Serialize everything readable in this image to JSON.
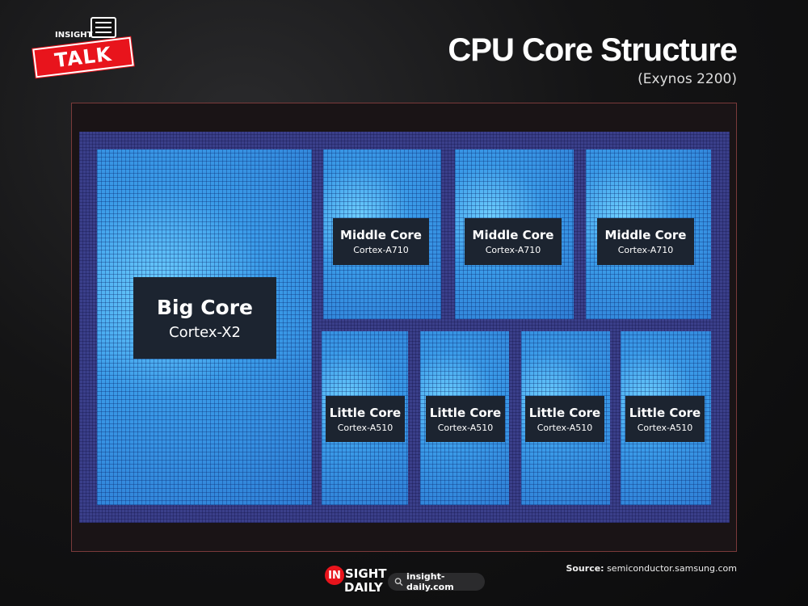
{
  "header": {
    "logo_small": "INSIGHT",
    "logo_big": "TALK",
    "title": "CPU Core Structure",
    "subtitle": "(Exynos 2200)"
  },
  "diagram": {
    "big": {
      "name": "Big Core",
      "model": "Cortex-X2"
    },
    "middle": [
      {
        "name": "Middle Core",
        "model": "Cortex-A710"
      },
      {
        "name": "Middle Core",
        "model": "Cortex-A710"
      },
      {
        "name": "Middle Core",
        "model": "Cortex-A710"
      }
    ],
    "little": [
      {
        "name": "Little Core",
        "model": "Cortex-A510"
      },
      {
        "name": "Little Core",
        "model": "Cortex-A510"
      },
      {
        "name": "Little Core",
        "model": "Cortex-A510"
      },
      {
        "name": "Little Core",
        "model": "Cortex-A510"
      }
    ]
  },
  "footer": {
    "source_label": "Source:",
    "source": "semiconductor.samsung.com",
    "brand_in": "IN",
    "brand_sight": "SIGHT",
    "brand_daily": "DAILY",
    "site": "insight-daily.com"
  }
}
